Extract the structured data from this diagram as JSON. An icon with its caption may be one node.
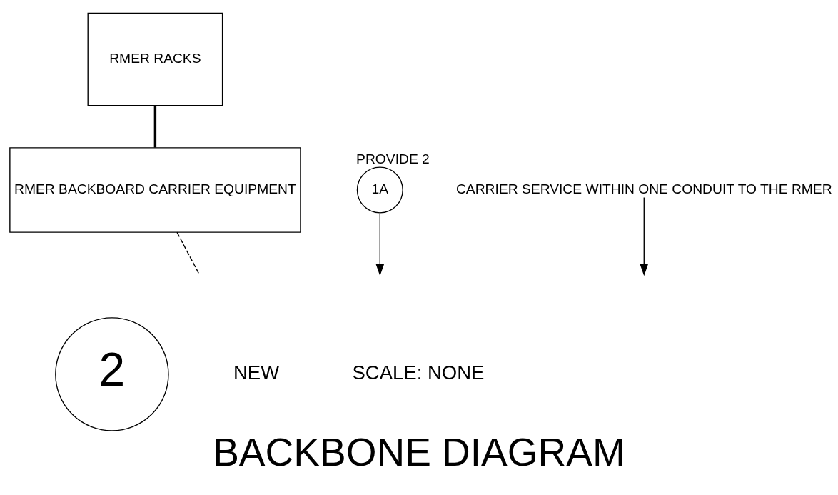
{
  "diagram": {
    "title": "BACKBONE DIAGRAM",
    "nodes": [
      {
        "text": [
          "RMER RACKS"
        ]
      },
      {
        "text": [
          "RMER BACKBOARD CARRIER EQUIPMENT"
        ]
      },
      {
        "text": [
          "1A"
        ],
        "beside": [
          "PROVIDE 2"
        ]
      },
      {
        "text": [
          "CARRIER SERVICE WITHIN ONE CONDUIT TO THE RMER"
        ]
      },
      {
        "text": [
          "2"
        ]
      }
    ],
    "edges": [
      {
        "from": 0,
        "to": 1,
        "arrow": "none",
        "style": "thick"
      },
      {
        "from": 2,
        "to": null,
        "arrow": "to"
      },
      {
        "from": 1,
        "to": null,
        "arrow": "none",
        "style": "dashed"
      },
      {
        "from": 3,
        "to": null,
        "arrow": "to"
      }
    ],
    "labels": [
      "NEW",
      "SCALE: NONE"
    ]
  }
}
